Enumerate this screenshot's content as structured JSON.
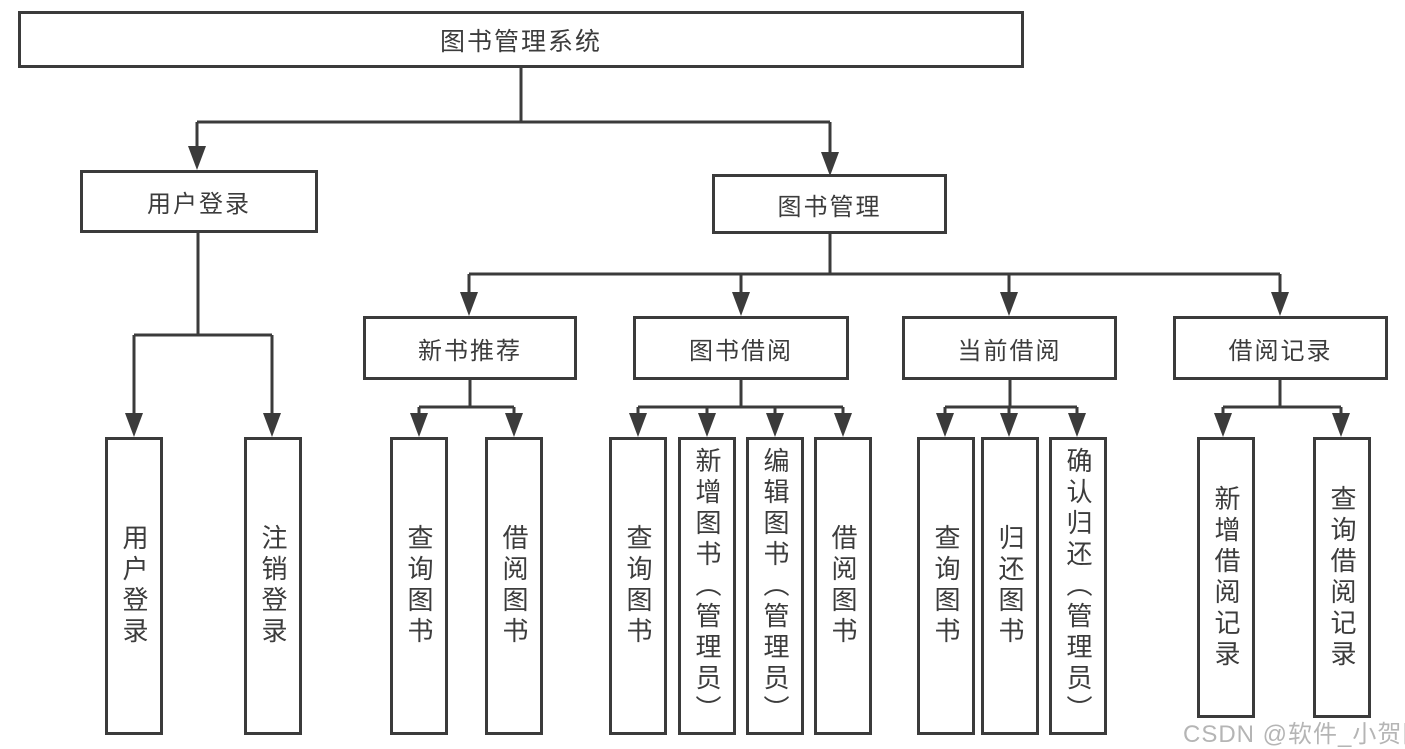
{
  "diagram": {
    "root": {
      "label": "图书管理系统"
    },
    "user_login": {
      "label": "用户登录",
      "children": [
        {
          "label": "用户登录"
        },
        {
          "label": "注销登录"
        }
      ]
    },
    "book_mgmt": {
      "label": "图书管理",
      "groups": [
        {
          "label": "新书推荐",
          "children": [
            {
              "label": "查询图书"
            },
            {
              "label": "借阅图书"
            }
          ]
        },
        {
          "label": "图书借阅",
          "children": [
            {
              "label": "查询图书"
            },
            {
              "label": "新增图书（管理员）"
            },
            {
              "label": "编辑图书（管理员）"
            },
            {
              "label": "借阅图书"
            }
          ]
        },
        {
          "label": "当前借阅",
          "children": [
            {
              "label": "查询图书"
            },
            {
              "label": "归还图书"
            },
            {
              "label": "确认归还（管理员）"
            }
          ]
        },
        {
          "label": "借阅记录",
          "children": [
            {
              "label": "新增借阅记录"
            },
            {
              "label": "查询借阅记录"
            }
          ]
        }
      ]
    }
  },
  "watermark": "CSDN @软件_小贺同学",
  "colors": {
    "line": "#3b3b3b",
    "text": "#3c3c3c",
    "watermark": "#b5b5b5"
  }
}
